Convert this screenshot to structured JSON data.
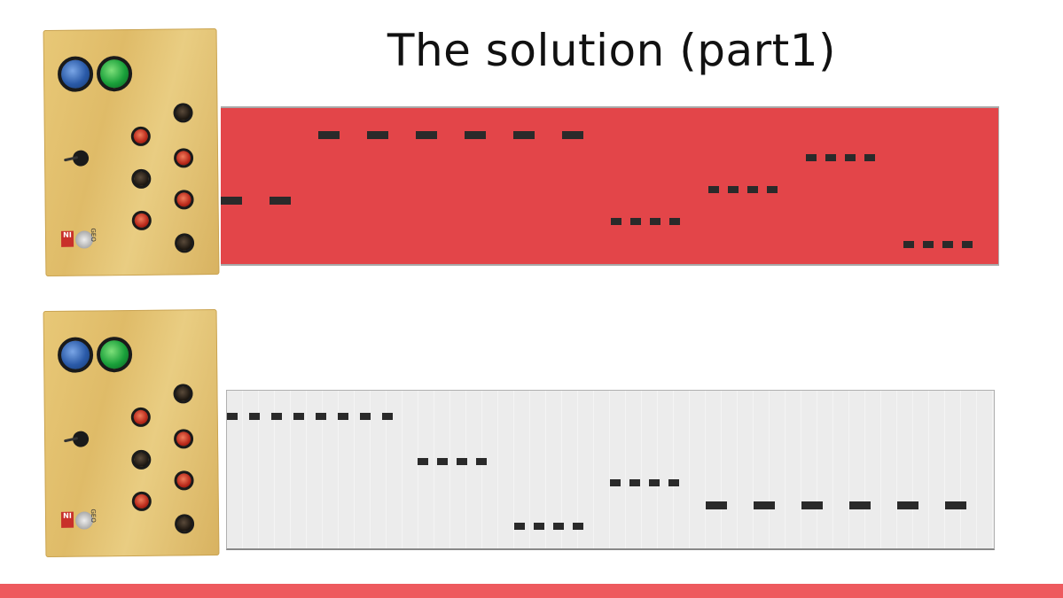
{
  "slide": {
    "title": "The solution (part1)"
  },
  "boards": [
    {
      "name": "board-top",
      "sticker": "NI",
      "sticker_text": "GEO"
    },
    {
      "name": "board-bottom",
      "sticker": "NI",
      "sticker_text": "GEO"
    }
  ],
  "colors": {
    "accent": "#e34549",
    "bottom_bar": "#ee5a5e",
    "note": "#2a2a2a",
    "roll_light": "#ececec"
  },
  "rolls": {
    "top": {
      "description_none": "",
      "notes": [
        {
          "row": 0,
          "start": 0,
          "count": 2,
          "kind": "long"
        },
        {
          "row": 1,
          "start": 0,
          "count": 6,
          "kind": "long"
        },
        {
          "row": 2,
          "start": 0,
          "count": 4,
          "kind": "short"
        },
        {
          "row": 3,
          "start": 0,
          "count": 4,
          "kind": "short"
        },
        {
          "row": 4,
          "start": 0,
          "count": 4,
          "kind": "short"
        },
        {
          "row": 5,
          "start": 0,
          "count": 4,
          "kind": "short"
        }
      ]
    },
    "bottom": {
      "notes": [
        {
          "group": "a",
          "count": 8,
          "kind": "short"
        },
        {
          "group": "b",
          "count": 4,
          "kind": "short"
        },
        {
          "group": "c",
          "count": 4,
          "kind": "short"
        },
        {
          "group": "d",
          "count": 4,
          "kind": "short"
        },
        {
          "group": "e",
          "count": 6,
          "kind": "long"
        }
      ]
    }
  }
}
